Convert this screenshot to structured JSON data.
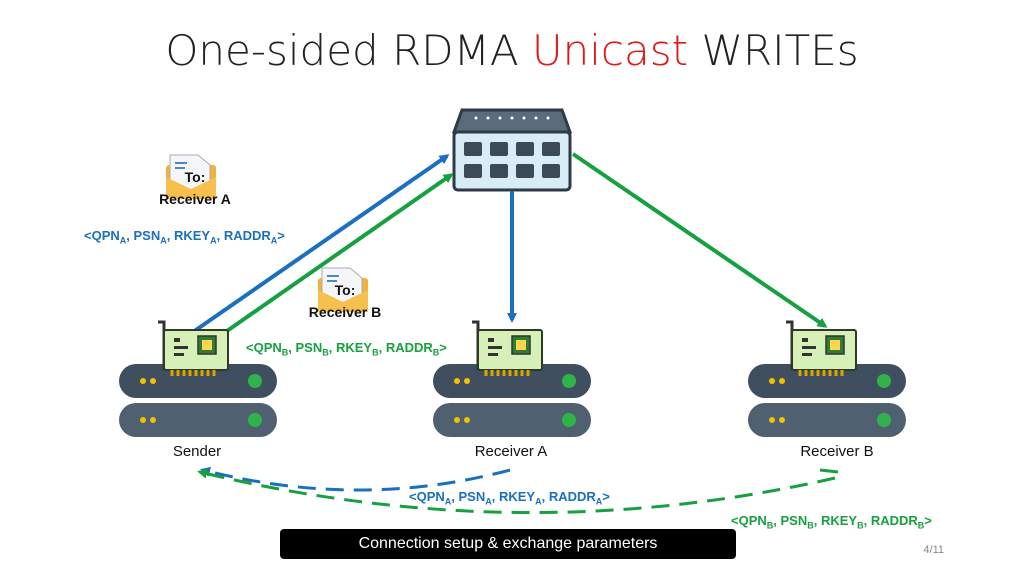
{
  "slide": {
    "title_part1": "One-sided RDMA ",
    "title_highlight": "Unicast",
    "title_part2": " WRITEs",
    "page_number": "4/11"
  },
  "nodes": {
    "sender": "Sender",
    "receiver_a": "Receiver A",
    "receiver_b": "Receiver B"
  },
  "envelopes": {
    "a": {
      "to": "To:",
      "name": "Receiver A"
    },
    "b": {
      "to": "To:",
      "name": "Receiver B"
    }
  },
  "params": {
    "a": {
      "open": "<",
      "qpn": "QPN",
      "psn": "PSN",
      "rkey": "RKEY",
      "raddr": "RADDR",
      "sub": "A",
      "close": ">"
    },
    "b": {
      "open": "<",
      "qpn": "QPN",
      "psn": "PSN",
      "rkey": "RKEY",
      "raddr": "RADDR",
      "sub": "B",
      "close": ">"
    }
  },
  "banner": "Connection setup & exchange parameters",
  "colors": {
    "blue": "#1a6fbf",
    "green": "#17a040",
    "title_highlight": "#e01818"
  }
}
